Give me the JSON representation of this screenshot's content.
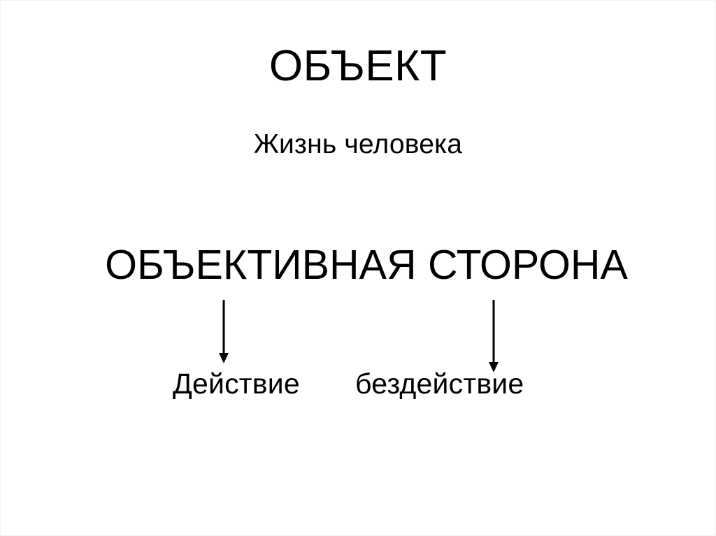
{
  "slide": {
    "background_color": "#ffffff",
    "text_color": "#000000",
    "border_color": "#f1f1f1"
  },
  "title": {
    "text": "ОБЪЕКТ"
  },
  "subtitle": {
    "text": "Жизнь человека"
  },
  "heading": {
    "text": "ОБЪЕКТИВНАЯ СТОРОНА"
  },
  "branches": [
    {
      "label": "Действие",
      "arrow": "down-arrow-icon"
    },
    {
      "label": "бездействие",
      "arrow": "down-arrow-icon"
    }
  ],
  "diagram_data": {
    "type": "hierarchy",
    "levels": [
      {
        "role": "object-title",
        "nodes": [
          "ОБЪЕКТ"
        ]
      },
      {
        "role": "object-description",
        "nodes": [
          "Жизнь человека"
        ]
      },
      {
        "role": "objective-side-title",
        "nodes": [
          "ОБЪЕКТИВНАЯ СТОРОНА"
        ]
      },
      {
        "role": "objective-side-forms",
        "nodes": [
          "Действие",
          "бездействие"
        ]
      }
    ],
    "connectors": [
      {
        "from": "ОБЪЕКТИВНАЯ СТОРОНА",
        "to": "Действие",
        "style": "arrow-down"
      },
      {
        "from": "ОБЪЕКТИВНАЯ СТОРОНА",
        "to": "бездействие",
        "style": "arrow-down"
      }
    ]
  }
}
